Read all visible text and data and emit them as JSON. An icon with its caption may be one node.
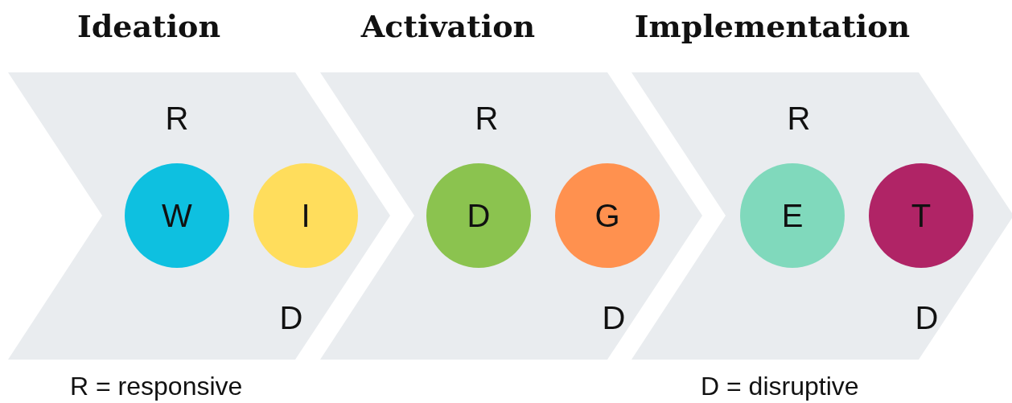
{
  "diagram": {
    "nodes": [
      {
        "text": [
          "Ideation",
          "R",
          "D"
        ]
      },
      {
        "text": [
          "W"
        ],
        "in": 0
      },
      {
        "text": [
          "I"
        ],
        "in": 0
      },
      {
        "text": [
          "Activation",
          "R",
          "D"
        ]
      },
      {
        "text": [
          "D"
        ],
        "in": 3
      },
      {
        "text": [
          "G"
        ],
        "in": 3
      },
      {
        "text": [
          "Implementation",
          "R",
          "D"
        ]
      },
      {
        "text": [
          "E"
        ],
        "in": 6
      },
      {
        "text": [
          "T"
        ],
        "in": 6
      }
    ],
    "edges": [],
    "labels": [
      "R = responsive",
      "D = disruptive"
    ]
  }
}
